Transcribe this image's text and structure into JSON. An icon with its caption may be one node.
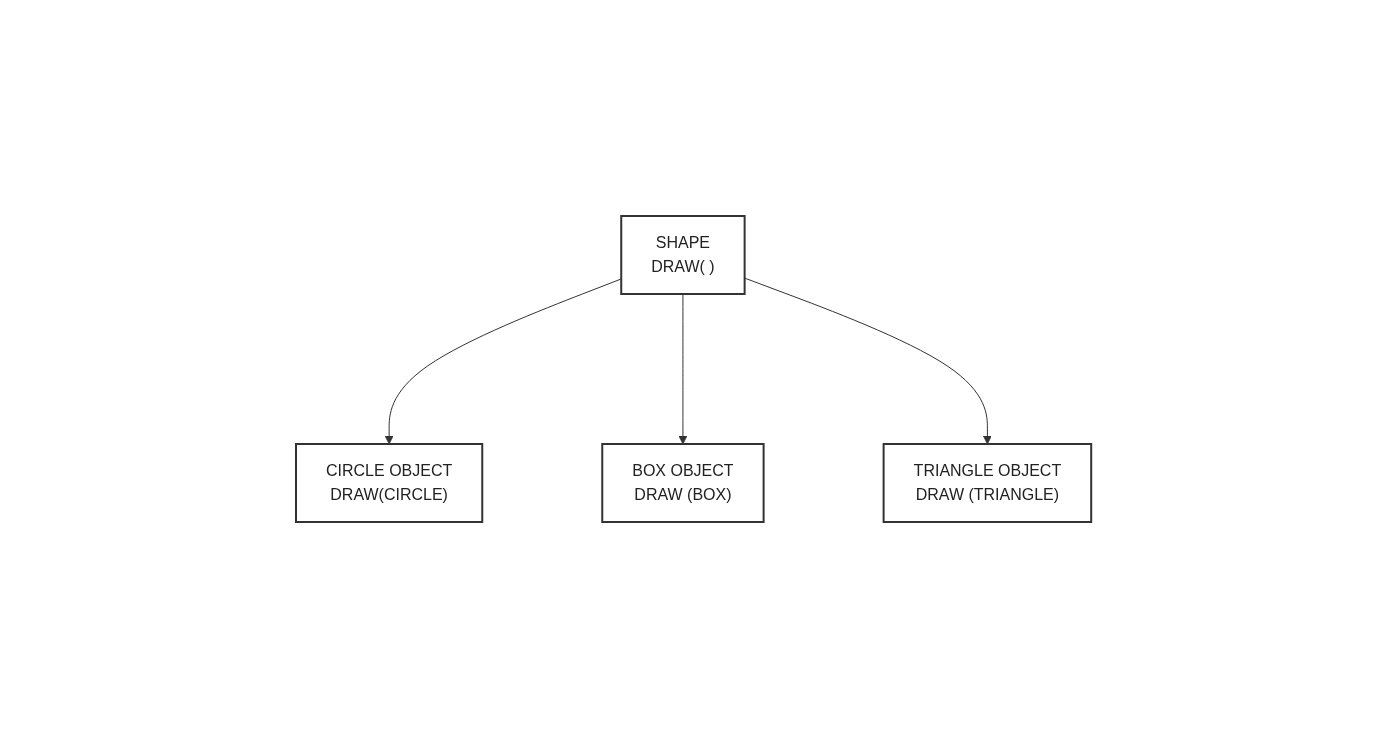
{
  "diagram": {
    "nodes": [
      {
        "text": [
          "SHAPE",
          "DRAW( )"
        ]
      },
      {
        "text": [
          "CIRCLE OBJECT",
          "DRAW(CIRCLE)"
        ]
      },
      {
        "text": [
          "BOX OBJECT",
          "DRAW (BOX)"
        ]
      },
      {
        "text": [
          "TRIANGLE OBJECT",
          "DRAW (TRIANGLE)"
        ]
      }
    ],
    "edges": [
      {
        "from": 0,
        "to": 1,
        "arrow": "to"
      },
      {
        "from": 0,
        "to": 2,
        "arrow": "to"
      },
      {
        "from": 0,
        "to": 3,
        "arrow": "to"
      }
    ]
  }
}
